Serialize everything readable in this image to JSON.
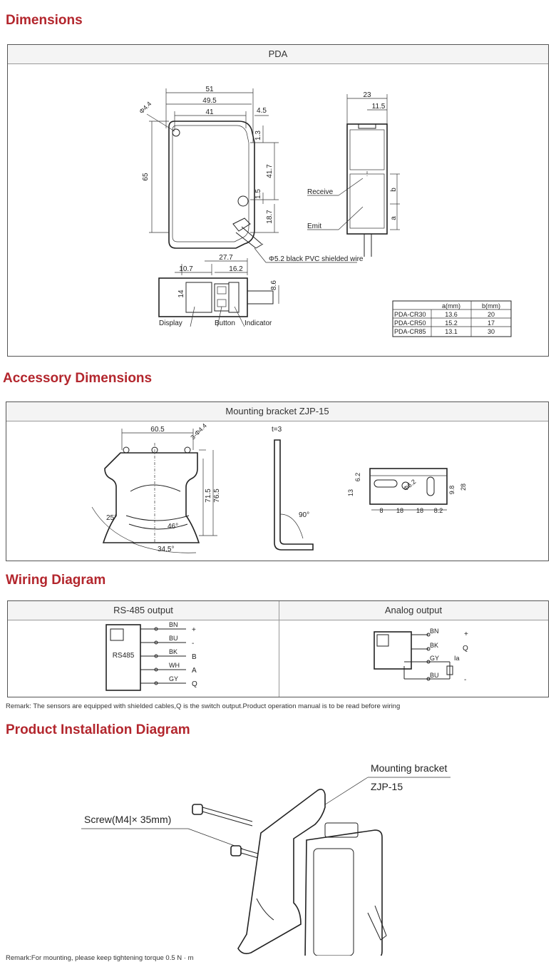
{
  "sections": {
    "dimensions": "Dimensions",
    "accessory": "Accessory Dimensions",
    "wiring": "Wiring Diagram",
    "installation": "Product Installation Diagram"
  },
  "pda": {
    "title": "PDA",
    "dims_front": [
      "51",
      "49.5",
      "41",
      "4.5",
      "Φ4.4",
      "65",
      "1.3",
      "41.7",
      "1.5",
      "18.7"
    ],
    "dims_side": [
      "23",
      "11.5",
      "b",
      "a"
    ],
    "side_labels": {
      "receive": "Receive",
      "emit": "Emit"
    },
    "wire_label": "Φ5.2 black PVC shielded wire",
    "dims_top": [
      "27.7",
      "10.7",
      "16.2",
      "14",
      "8.6"
    ],
    "top_labels": {
      "display": "Display",
      "button": "Button",
      "indicator": "Indicator"
    },
    "table": {
      "headers": [
        "",
        "a(mm)",
        "b(mm)"
      ],
      "rows": [
        [
          "PDA-CR30",
          "13.6",
          "20"
        ],
        [
          "PDA-CR50",
          "15.2",
          "17"
        ],
        [
          "PDA-CR85",
          "13.1",
          "30"
        ]
      ]
    }
  },
  "bracket": {
    "title": "Mounting bracket ZJP-15",
    "dims": [
      "60.5",
      "3-Φ4.4",
      "71.5",
      "76.5",
      "25°",
      "46°",
      "34.5°",
      "t=3",
      "90°",
      "6.2",
      "13",
      "Φ6.2",
      "9.8",
      "28",
      "8",
      "18",
      "18",
      "8.2"
    ]
  },
  "wiring": {
    "rs485_title": "RS-485 output",
    "analog_title": "Analog output",
    "rs485_box": "RS485",
    "rs485_wires": [
      {
        "code": "BN",
        "sig": "+"
      },
      {
        "code": "BU",
        "sig": "-"
      },
      {
        "code": "BK",
        "sig": "B"
      },
      {
        "code": "WH",
        "sig": "A"
      },
      {
        "code": "GY",
        "sig": "Q"
      }
    ],
    "analog_wires": [
      {
        "code": "BN",
        "sig": "+"
      },
      {
        "code": "BK",
        "sig": "Q"
      },
      {
        "code": "GY",
        "sig": "Ia"
      },
      {
        "code": "BU",
        "sig": "-"
      }
    ],
    "remark": "Remark: The sensors are equipped with shielded cables,Q is the switch output.Product operation manual is to be read before wiring"
  },
  "install": {
    "bracket_label": "Mounting bracket",
    "bracket_model": "ZJP-15",
    "screw_label": "Screw(M4",
    "screw_mid": "|",
    "screw_rest": "× 35mm)",
    "remark": "Remark:For mounting, please keep tightening torque 0.5 N · m"
  }
}
